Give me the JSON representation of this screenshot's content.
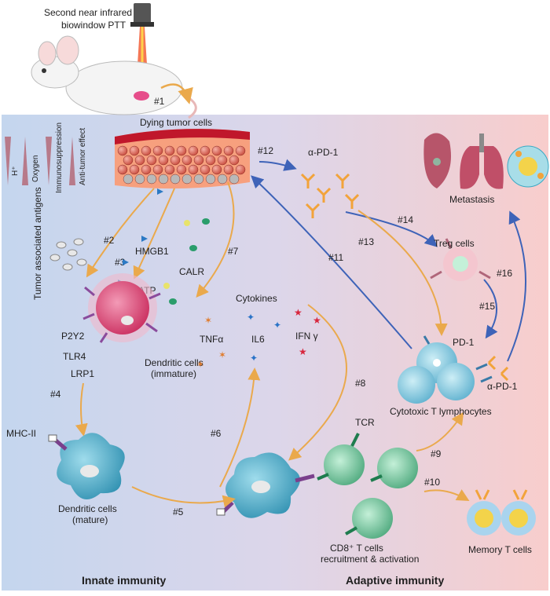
{
  "header": {
    "ptt_line1": "Second near infrared",
    "ptt_line2": "biowindow PTT"
  },
  "gradients": {
    "h_plus": "H⁺",
    "oxygen": "Oxygen",
    "immunosuppression": "Immunosuppression",
    "antitumor": "Anti-tumor effect"
  },
  "labels": {
    "dying_tumor": "Dying tumor cells",
    "tumor_antigens": "Tumor associated antigens",
    "hmgb1": "HMGB1",
    "atp": "ATP",
    "calr": "CALR",
    "p2y2": "P2Y2",
    "tlr4": "TLR4",
    "lrp1": "LRP1",
    "dc_immature_1": "Dendritic cells",
    "dc_immature_2": "(immature)",
    "mhc2": "MHC-II",
    "dc_mature_1": "Dendritic cells",
    "dc_mature_2": "(mature)",
    "cytokines": "Cytokines",
    "tnfa": "TNFα",
    "il6": "IL6",
    "ifng": "IFN γ",
    "anti_pd1_top": "α-PD-1",
    "treg": "Treg cells",
    "metastasis": "Metastasis",
    "pd1": "PD-1",
    "anti_pd1_side": "α-PD-1",
    "ctl": "Cytotoxic T lymphocytes",
    "tcr": "TCR",
    "cd8_line1": "CD8⁺ T cells",
    "cd8_line2": "recruitment & activation",
    "memory": "Memory T cells",
    "innate": "Innate immunity",
    "adaptive": "Adaptive immunity"
  },
  "steps": [
    "#1",
    "#2",
    "#3",
    "#4",
    "#5",
    "#6",
    "#7",
    "#8",
    "#9",
    "#10",
    "#11",
    "#12",
    "#13",
    "#14",
    "#15",
    "#16"
  ],
  "colors": {
    "innate_bg": "#c9d9ee",
    "adaptive_bg": "#f6cfd0",
    "orange_arrow": "#eaa94c",
    "blue_arrow": "#3e63b8",
    "tumor_red": "#d9442f",
    "dc_pink": "#d83a6a",
    "dc_teal": "#3aa9c4",
    "t_cell_green": "#6cc79a",
    "ctl_blue": "#7fc3d6",
    "antibody_orange": "#f2a33a"
  }
}
